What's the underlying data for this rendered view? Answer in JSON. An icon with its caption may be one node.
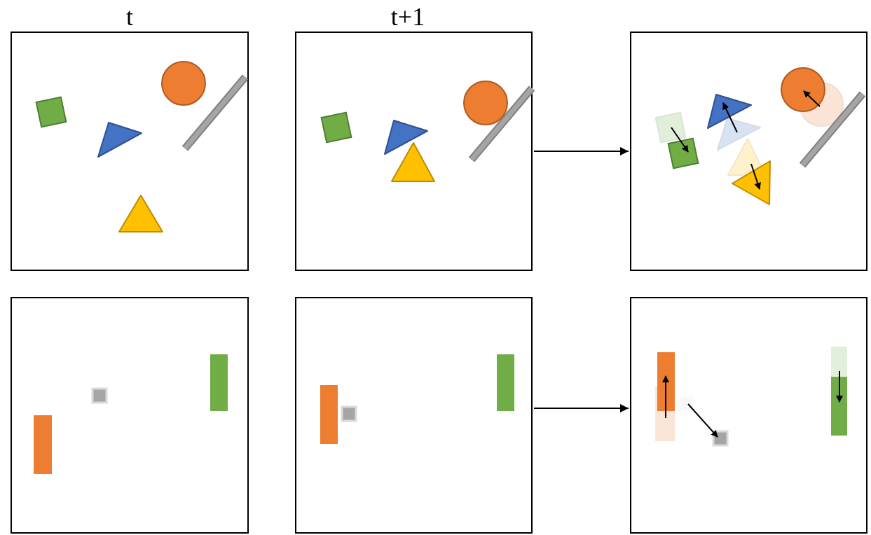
{
  "diagram": {
    "nodes": [
      {
        "text": [],
        "shape": "box"
      },
      {
        "text": [],
        "shape": "box"
      },
      {
        "text": [],
        "shape": "box"
      },
      {
        "text": [],
        "shape": "box"
      },
      {
        "text": [],
        "shape": "box"
      },
      {
        "text": [],
        "shape": "box"
      }
    ],
    "edges": [
      {
        "from": 1,
        "to": 2,
        "arrow": "to"
      },
      {
        "from": 4,
        "to": 5,
        "arrow": "to"
      }
    ],
    "labels": [
      "t",
      "t+1"
    ]
  }
}
